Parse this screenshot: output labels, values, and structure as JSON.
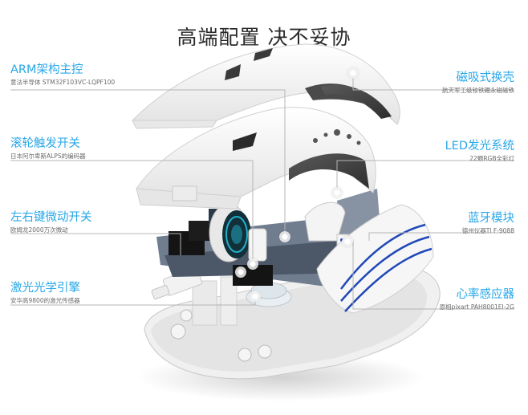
{
  "title": "高端配置 决不妥协",
  "callouts": {
    "left": [
      {
        "heading": "ARM架构主控",
        "detail": "意法半导体  STM32F103VC-LQPF100"
      },
      {
        "heading": "滚轮触发开关",
        "detail": "日本阿尔卑斯ALPS的编码器"
      },
      {
        "heading": "左右键微动开关",
        "detail": "欧姆龙2000万次微动"
      },
      {
        "heading": "激光光学引擎",
        "detail": "安华高9800的激光传感器"
      }
    ],
    "right": [
      {
        "heading": "磁吸式换壳",
        "detail": "航天军工级钕铁硼永磁磁铁"
      },
      {
        "heading": "LED发光系统",
        "detail": "22颗RGB全彩灯"
      },
      {
        "heading": "蓝牙模块",
        "detail": "德州仪器TI   F-9088"
      },
      {
        "heading": "心率感应器",
        "detail": "原相pixart   PAH8001EI-2G"
      }
    ]
  },
  "colors": {
    "accent": "#29a7e8",
    "title": "#2a2a2a",
    "detail_text": "#6a6a6a",
    "shell_white": "#f4f4f4",
    "frame_gray": "#6f7d8f",
    "stripe_blue": "#1f48b8",
    "switch_black": "#141414"
  },
  "diagram": {
    "subject": "exploded view of wireless mouse",
    "parts": [
      "top shell",
      "middle shell",
      "side grip",
      "scroll wheel",
      "PCB frame",
      "micro switches",
      "base shell"
    ]
  }
}
